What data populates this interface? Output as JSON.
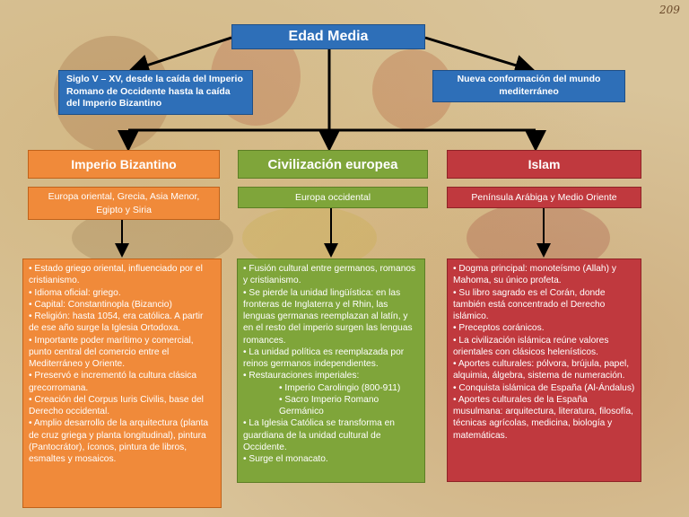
{
  "title": "Edad Media",
  "info_left": "Siglo V – XV, desde la caída del Imperio Romano de Occidente hasta la caída del Imperio Bizantino",
  "info_right": "Nueva conformación del mundo mediterráneo",
  "page_number": "209",
  "columns": [
    {
      "heading": "Imperio Bizantino",
      "region": "Europa oriental, Grecia, Asia Menor, Egipto y Siria",
      "items": [
        "• Estado griego oriental, influenciado por el cristianismo.",
        "• Idioma oficial: griego.",
        "• Capital: Constantinopla (Bizancio)",
        "• Religión: hasta 1054, era católica. A partir de ese año surge la Iglesia Ortodoxa.",
        "• Importante poder marítimo y comercial, punto central del comercio entre el Mediterráneo y Oriente.",
        "• Preservó e incrementó la cultura clásica grecorromana.",
        "• Creación del Corpus Iuris Civilis, base del Derecho occidental.",
        "• Amplio desarrollo de la arquitectura (planta de cruz griega y planta longitudinal), pintura (Pantocrátor), íconos, pintura de libros, esmaltes y mosaicos."
      ]
    },
    {
      "heading": "Civilización europea",
      "region": "Europa occidental",
      "items": [
        "• Fusión cultural entre germanos, romanos y cristianismo.",
        "• Se pierde la unidad lingüística: en las fronteras de Inglaterra y el Rhin, las lenguas germanas reemplazan al latín, y en el resto del imperio surgen las lenguas romances.",
        "• La unidad política es reemplazada por reinos germanos independientes.",
        "• Restauraciones imperiales:"
      ],
      "sub_items": [
        "• Imperio Carolingio (800-911)",
        "• Sacro Imperio Romano Germánico"
      ],
      "items_after": [
        "• La Iglesia Católica se transforma en guardiana de la unidad cultural de Occidente.",
        "• Surge el monacato."
      ]
    },
    {
      "heading": "Islam",
      "region": "Península Arábiga y Medio Oriente",
      "items": [
        "• Dogma principal: monoteísmo (Allah) y Mahoma, su único profeta.",
        "• Su libro sagrado es el Corán, donde también está concentrado el Derecho islámico.",
        "• Preceptos coránicos.",
        "• La civilización islámica reúne valores orientales con clásicos helenísticos.",
        "• Aportes culturales: pólvora, brújula, papel, alquimia, álgebra, sistema de numeración.",
        "• Conquista islámica de España (Al-Ándalus)",
        "• Aportes culturales de la España musulmana: arquitectura, literatura, filosofía, técnicas agrícolas, medicina, biología y matemáticas."
      ]
    }
  ],
  "colors": {
    "blue": "#2e6fb8",
    "orange": "#f08a3a",
    "green": "#7fa53a",
    "red": "#c0393e"
  }
}
